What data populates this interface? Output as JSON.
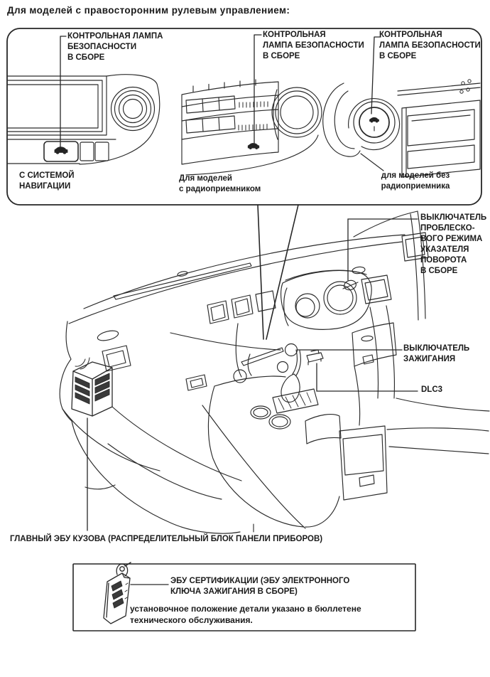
{
  "page": {
    "heading": "Для моделей с правосторонним рулевым управлением:"
  },
  "colors": {
    "ink": "#1a1a1a",
    "background": "#ffffff"
  },
  "top_panel": {
    "variants": [
      {
        "label": "КОНТРОЛЬНАЯ ЛАМПА\nБЕЗОПАСНОСТИ\nВ СБОРЕ",
        "caption": "С СИСТЕМОЙ\nНАВИГАЦИИ"
      },
      {
        "label": "КОНТРОЛЬНАЯ\nЛАМПА БЕЗОПАСНОСТИ\nВ СБОРЕ",
        "caption": "Для моделей\nс радиоприемником"
      },
      {
        "label": "КОНТРОЛЬНАЯ\nЛАМПА БЕЗОПАСНОСТИ\nВ СБОРЕ",
        "caption": "для моделей без\nрадиоприемника"
      }
    ]
  },
  "callouts": {
    "flasher_switch": "ВЫКЛЮЧАТЕЛЬ\nПРОБЛЕСКО-\nВОГО РЕЖИМА\nУКАЗАТЕЛЯ\nПОВОРОТА\nВ СБОРЕ",
    "ignition_switch": "ВЫКЛЮЧАТЕЛЬ\nЗАЖИГАНИЯ",
    "dlc3": "DLC3",
    "main_body_ecu": "ГЛАВНЫЙ ЭБУ КУЗОВА (РАСПРЕДЕЛИТЕЛЬНЫЙ БЛОК ПАНЕЛИ ПРИБОРОВ)"
  },
  "note_box": {
    "part_label": "ЭБУ СЕРТИФИКАЦИИ (ЭБУ ЭЛЕКТРОННОГО\nКЛЮЧА ЗАЖИГАНИЯ В СБОРЕ)",
    "note": "установочное положение детали указано в бюллетене\nтехнического обслуживания."
  }
}
